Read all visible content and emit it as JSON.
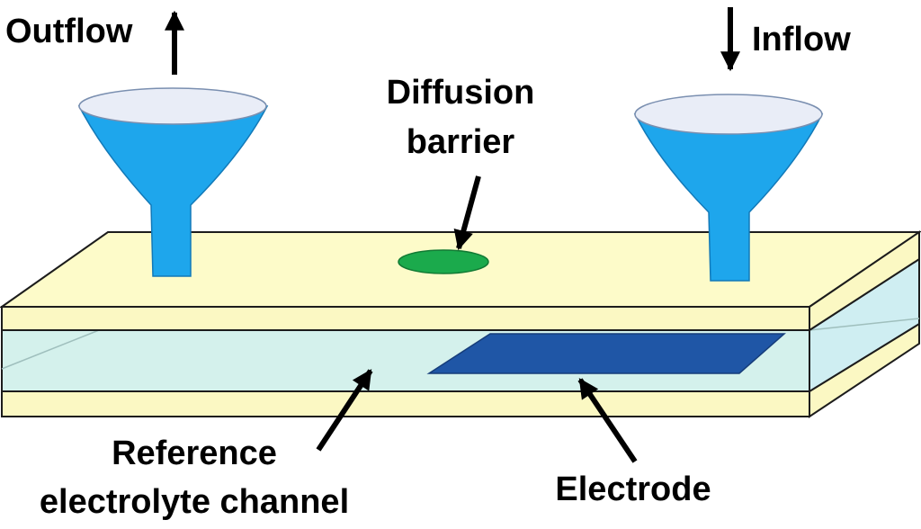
{
  "labels": {
    "outflow": "Outflow",
    "inflow": "Inflow",
    "diffusion_barrier_line1": "Diffusion",
    "diffusion_barrier_line2": "barrier",
    "reference_line1": "Reference",
    "reference_line2": "electrolyte channel",
    "electrode": "Electrode"
  },
  "colors": {
    "layer_face": "#fdfbc9",
    "layer_front": "#fbf8c3",
    "channel": "#d4f1ec",
    "channel_side": "#cfeef2",
    "funnel": "#1ea6ec",
    "funnel_rim": "#e9edf7",
    "barrier": "#1baa4c",
    "electrode": "#1f56a6",
    "outline": "#1c1c1c"
  }
}
